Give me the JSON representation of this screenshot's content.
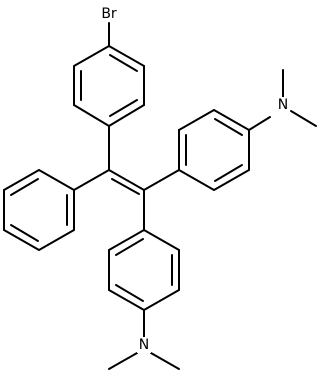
{
  "structure": {
    "atom_labels": {
      "bromine": "Br",
      "nitrogen_right": "N",
      "nitrogen_bottom": "N"
    },
    "colors": {
      "bond": "#000000",
      "background": "#ffffff"
    }
  }
}
